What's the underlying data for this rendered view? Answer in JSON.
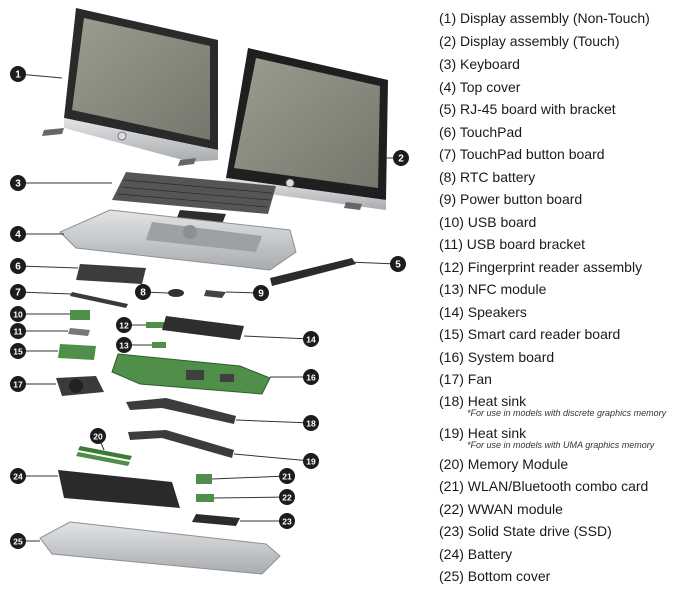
{
  "diagram": {
    "legend": [
      {
        "id": 1,
        "label": "(1) Display assembly (Non-Touch)"
      },
      {
        "id": 2,
        "label": "(2) Display assembly (Touch)"
      },
      {
        "id": 3,
        "label": "(3) Keyboard"
      },
      {
        "id": 4,
        "label": "(4) Top cover"
      },
      {
        "id": 5,
        "label": "(5) RJ-45 board with bracket"
      },
      {
        "id": 6,
        "label": "(6) TouchPad"
      },
      {
        "id": 7,
        "label": "(7) TouchPad button board"
      },
      {
        "id": 8,
        "label": "(8) RTC battery"
      },
      {
        "id": 9,
        "label": "(9) Power button board"
      },
      {
        "id": 10,
        "label": "(10) USB board"
      },
      {
        "id": 11,
        "label": "(11) USB board bracket"
      },
      {
        "id": 12,
        "label": "(12) Fingerprint reader assembly"
      },
      {
        "id": 13,
        "label": "(13) NFC module"
      },
      {
        "id": 14,
        "label": "(14) Speakers"
      },
      {
        "id": 15,
        "label": "(15) Smart card reader board"
      },
      {
        "id": 16,
        "label": "(16) System board"
      },
      {
        "id": 17,
        "label": "(17) Fan"
      },
      {
        "id": 18,
        "label": "(18) Heat sink",
        "note": "*For use in models with discrete graphics memory"
      },
      {
        "id": 19,
        "label": "(19) Heat sink",
        "note": "*For use in models with UMA graphics memory"
      },
      {
        "id": 20,
        "label": "(20) Memory Module"
      },
      {
        "id": 21,
        "label": "(21) WLAN/Bluetooth combo card"
      },
      {
        "id": 22,
        "label": "(22) WWAN module"
      },
      {
        "id": 23,
        "label": "(23) Solid State drive (SSD)"
      },
      {
        "id": 24,
        "label": "(24) Battery"
      },
      {
        "id": 25,
        "label": "(25) Bottom cover"
      }
    ],
    "callouts": [
      "1",
      "2",
      "3",
      "4",
      "5",
      "6",
      "7",
      "8",
      "9",
      "10",
      "11",
      "12",
      "13",
      "14",
      "15",
      "16",
      "17",
      "18",
      "19",
      "20",
      "21",
      "22",
      "23",
      "24",
      "25"
    ]
  },
  "colors": {
    "callout_fill": "#1c1c1c",
    "callout_text": "#ffffff",
    "leader": "#333333",
    "screen": "#8a8d80",
    "bezel": "#2a2a2a",
    "silver": "#c8cacc",
    "pcb": "#4f8f4a",
    "metal": "#555555"
  }
}
